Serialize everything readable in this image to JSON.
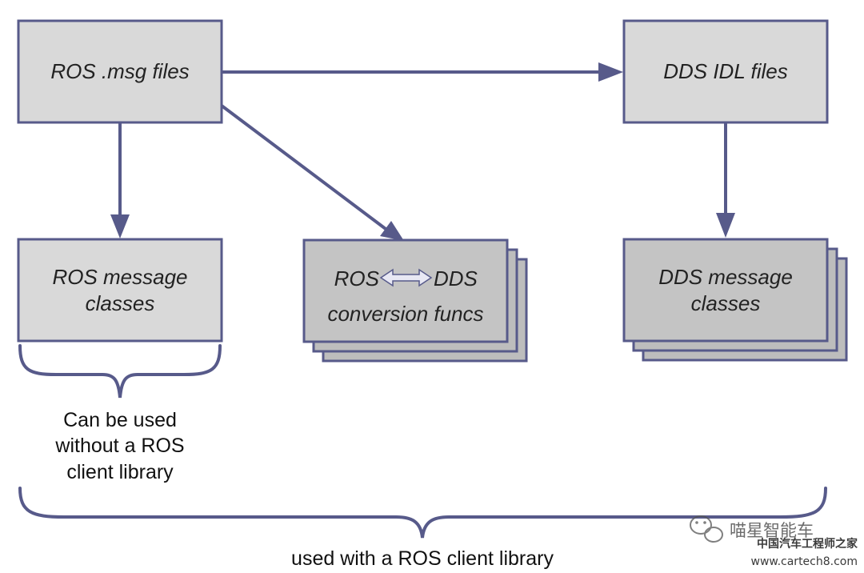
{
  "colors": {
    "line": "#575a8a",
    "light_box": "#d9d9d9",
    "dark_box": "#c4c4c4",
    "box_border": "#575a8a"
  },
  "nodes": {
    "ros_msg": {
      "label": "ROS .msg files"
    },
    "dds_idl": {
      "label": "DDS IDL files"
    },
    "ros_classes": {
      "line1": "ROS message",
      "line2": "classes"
    },
    "conversion": {
      "left": "ROS",
      "right": "DDS",
      "line2": "conversion funcs",
      "arrow_icon": "double-arrow-icon"
    },
    "dds_classes": {
      "line1": "DDS message",
      "line2": "classes"
    }
  },
  "annotations": {
    "small_brace": {
      "line1": "Can be used",
      "line2": "without a ROS",
      "line3": "client library"
    },
    "big_brace": {
      "text": "used with a ROS client library"
    }
  },
  "watermark": {
    "account": "喵星智能车",
    "site_cn": "中国汽车工程师之家",
    "site_url": "www.cartech8.com",
    "icon": "wechat-icon"
  }
}
